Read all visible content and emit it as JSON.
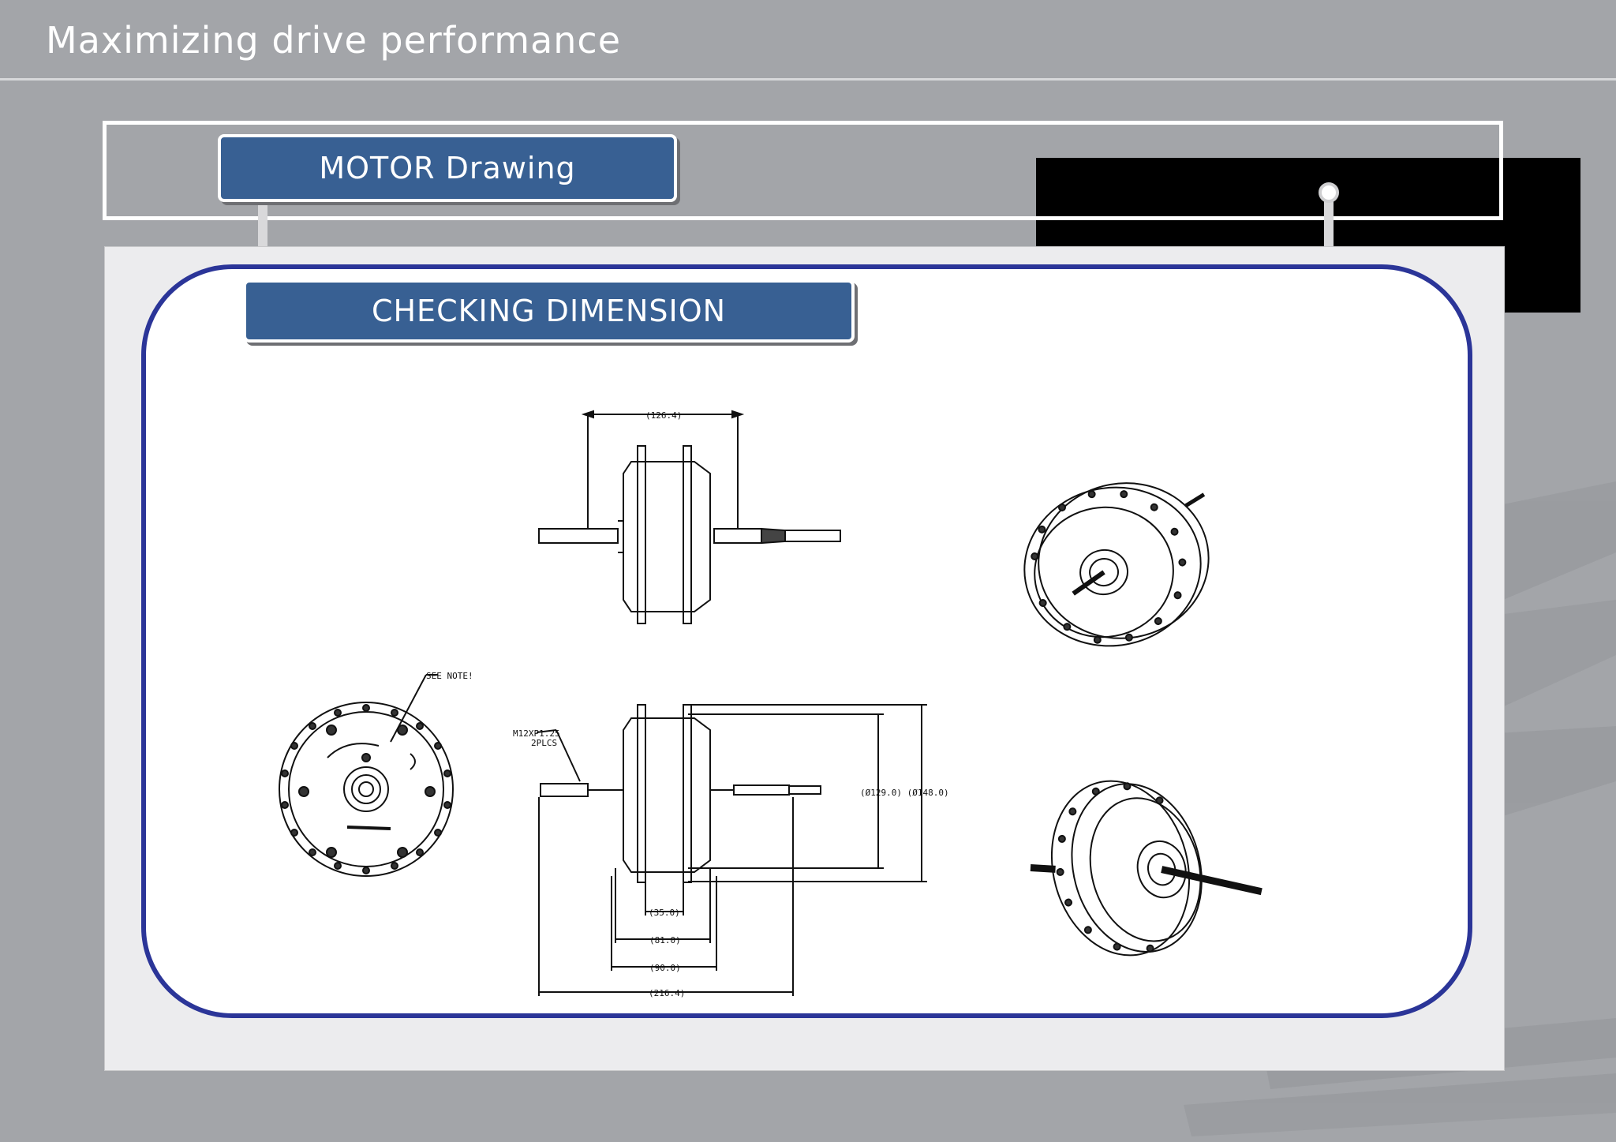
{
  "header": {
    "title": "Maximizing drive performance"
  },
  "tags": {
    "motor_drawing": "MOTOR Drawing",
    "checking_dimension": "CHECKING DIMENSION"
  },
  "drawing": {
    "dim_top_width": "(126.4)",
    "note": "SEE NOTE!",
    "thread_label_1": "M12XP1.25",
    "thread_label_2": "2PLCS",
    "dim_diameters": "(Ø129.0) (Ø148.0)",
    "dim_35": "(35.0)",
    "dim_81": "(81.0)",
    "dim_90": "(90.0)",
    "dim_216": "(216.4)"
  },
  "colors": {
    "background": "#a3a5a9",
    "tag_fill": "#386093",
    "card_border": "#2b3598"
  }
}
